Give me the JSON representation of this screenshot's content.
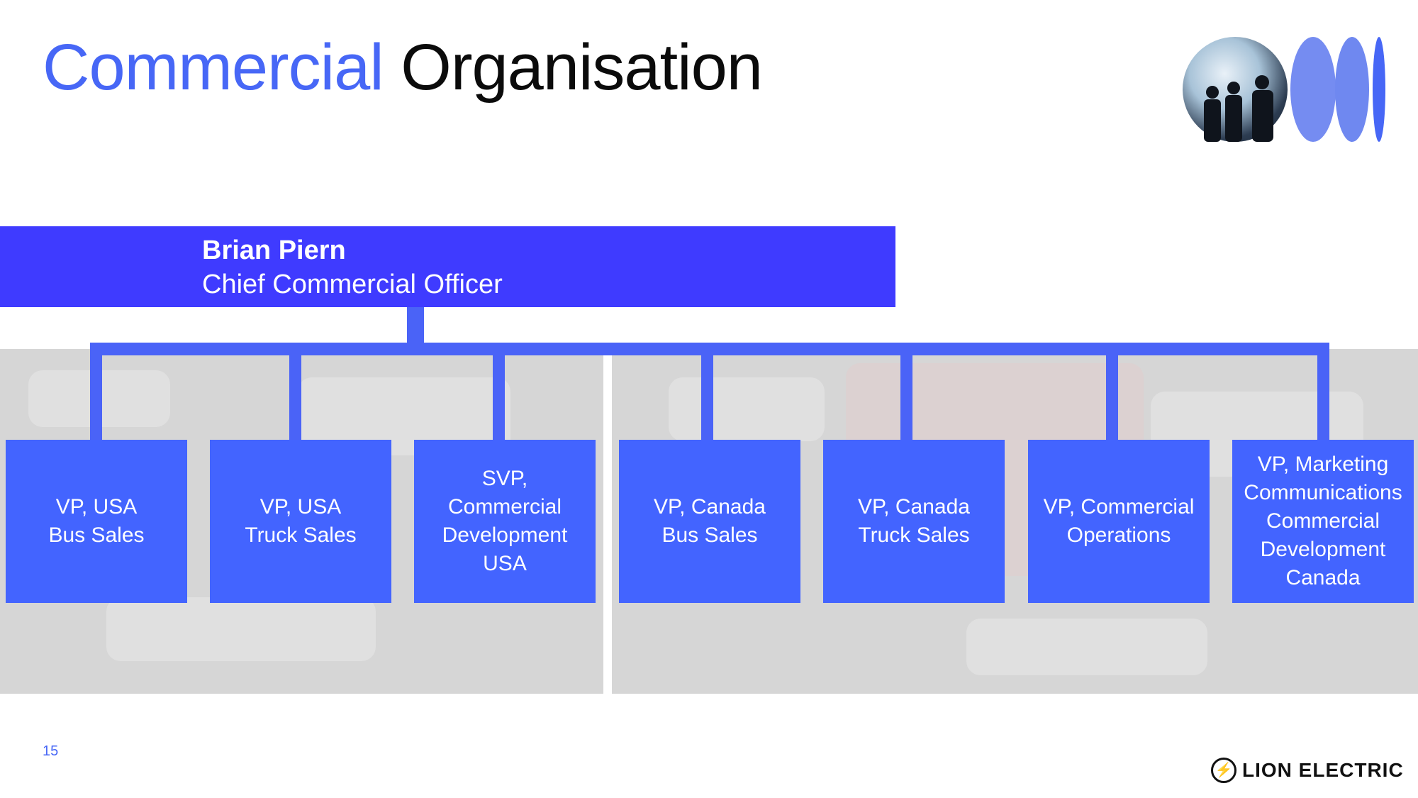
{
  "title": {
    "accent": "Commercial",
    "rest": "Organisation"
  },
  "head": {
    "name": "Brian Piern",
    "role": "Chief Commercial Officer"
  },
  "reports": [
    "VP, USA\nBus Sales",
    "VP, USA\nTruck Sales",
    "SVP,\nCommercial\nDevelopment\nUSA",
    "VP, Canada\nBus Sales",
    "VP, Canada\nTruck Sales",
    "VP, Commercial\nOperations",
    "VP, Marketing\nCommunications\nCommercial\nDevelopment\nCanada"
  ],
  "page_number": "15",
  "logo": {
    "text": "LION ELECTRIC",
    "icon": "lightning-bolt-icon"
  },
  "colors": {
    "accent": "#4767f6",
    "head_box": "#3f3bff",
    "report_box": "#4364ff",
    "connector": "#4a63f7"
  }
}
